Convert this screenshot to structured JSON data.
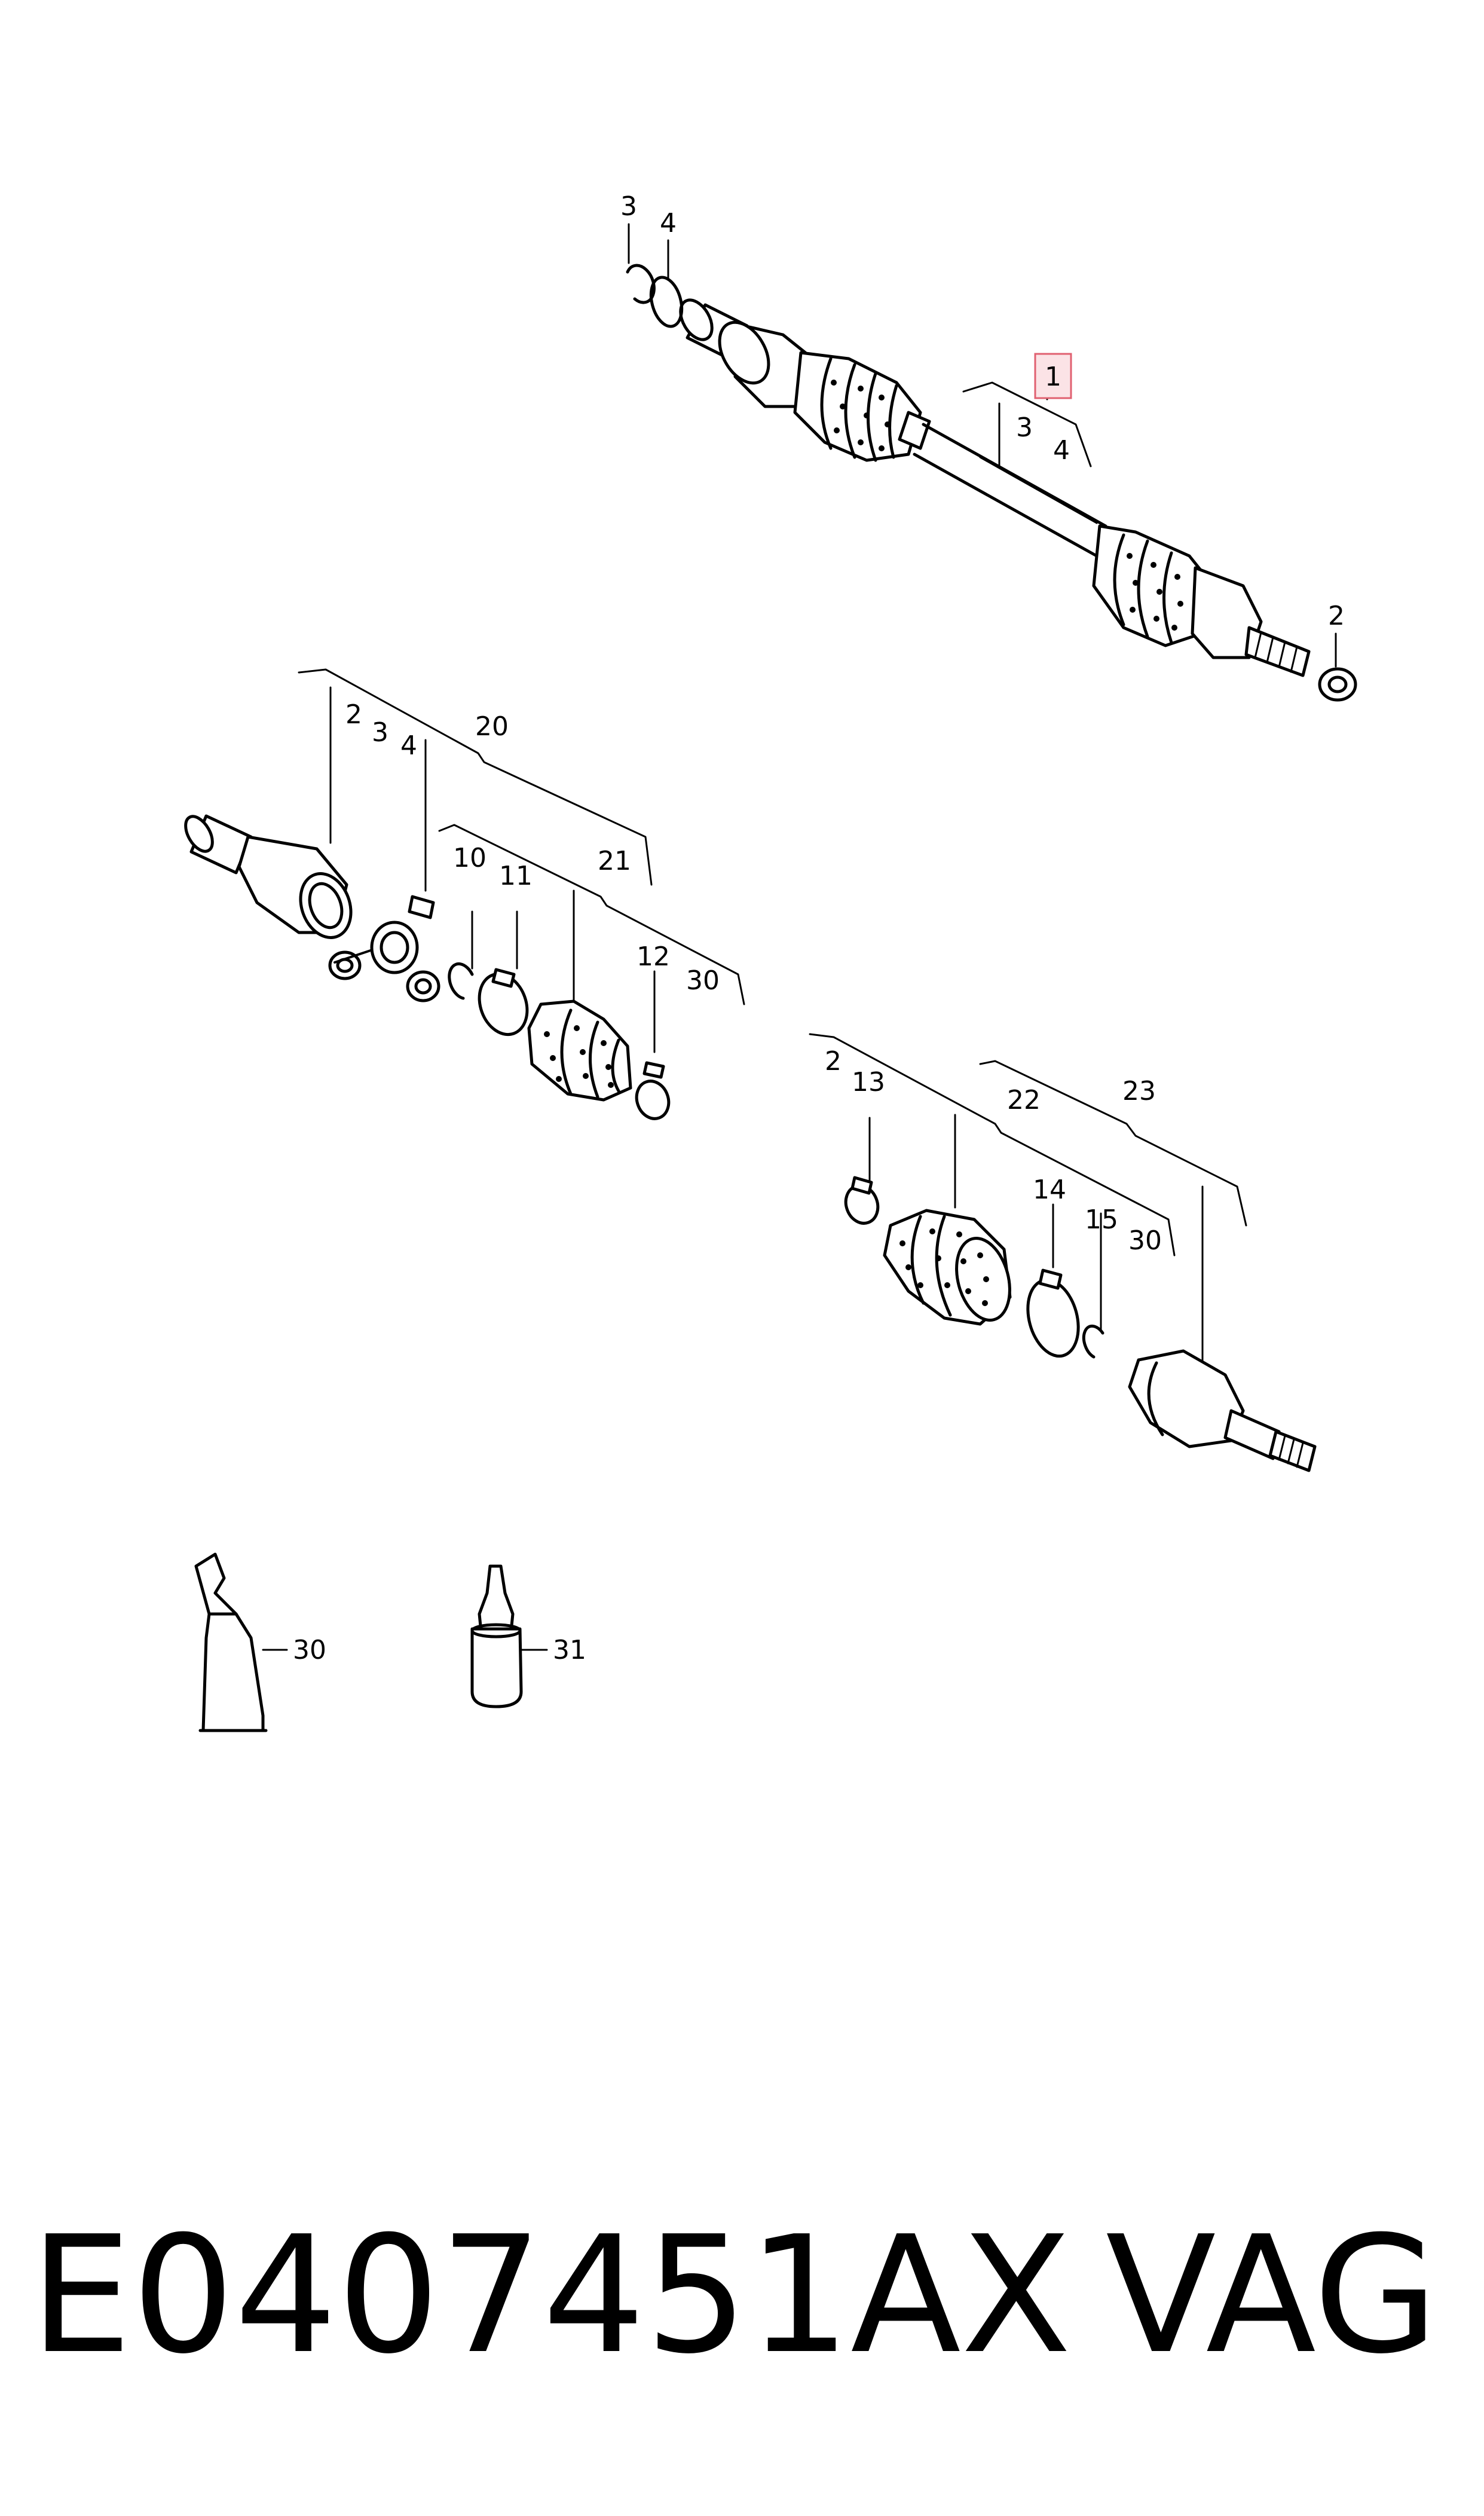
{
  "callouts": {
    "c1": "1",
    "top_3": "3",
    "top_4": "4",
    "grp1_3": "3",
    "grp1_4": "4",
    "top_2": "2",
    "inner_2": "2",
    "inner_3": "3",
    "inner_4": "4",
    "inner_20": "20",
    "inner_10": "10",
    "inner_11": "11",
    "inner_21": "21",
    "inner_12": "12",
    "inner_30": "30",
    "outer_2": "2",
    "outer_13": "13",
    "outer_22": "22",
    "outer_23": "23",
    "outer_14": "14",
    "outer_15": "15",
    "outer_30": "30",
    "grease_30": "30",
    "bottle_31": "31"
  },
  "footer": {
    "part_number": "E0407451AX",
    "brand": "VAG"
  },
  "colors": {
    "line": "#000000",
    "highlight_border": "#e06070",
    "highlight_fill": "#fbe3e6"
  }
}
